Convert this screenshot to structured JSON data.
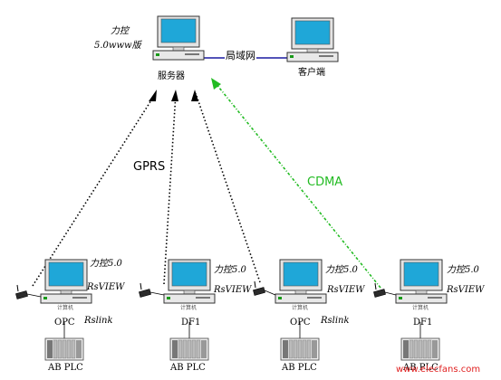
{
  "server": {
    "software_line1": "力控",
    "software_line2": "5.0www版",
    "label": "服务器"
  },
  "lan_label": "局域网",
  "client": {
    "label": "客户端"
  },
  "links": {
    "gprs": "GPRS",
    "cdma": "CDMA"
  },
  "stations": [
    {
      "software": "力控5.0",
      "hmi": "RsVIEW",
      "pc_label": "计算机",
      "driver": "OPC",
      "extra": "Rslink",
      "plc": "AB PLC"
    },
    {
      "software": "力控5.0",
      "hmi": "RsVIEW",
      "pc_label": "计算机",
      "driver": "DF1",
      "extra": "",
      "plc": "AB PLC"
    },
    {
      "software": "力控5.0",
      "hmi": "RsVIEW",
      "pc_label": "计算机",
      "driver": "OPC",
      "extra": "Rslink",
      "plc": "AB PLC"
    },
    {
      "software": "力控5.0",
      "hmi": "RsVIEW",
      "pc_label": "计算机",
      "driver": "DF1",
      "extra": "",
      "plc": "AB PLC"
    }
  ],
  "colors": {
    "lan_line": "#1a1aa0",
    "gprs_line": "#000000",
    "cdma_line": "#22bb22",
    "screen": "#1fa7d8"
  },
  "watermark": "www.elecfans.com"
}
